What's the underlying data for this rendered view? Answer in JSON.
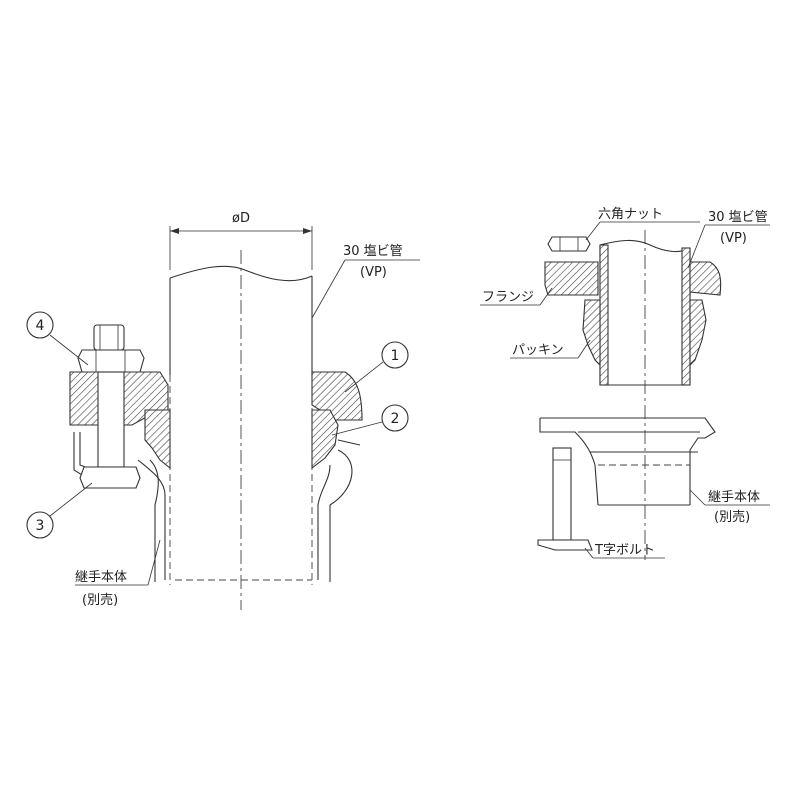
{
  "left_view": {
    "dimension_label": "øD",
    "pipe_label_line1": "30 塩ビ管",
    "pipe_label_line2": "(VP)",
    "joint_label_line1": "継手本体",
    "joint_label_line2": "(別売)",
    "callouts": [
      "1",
      "2",
      "3",
      "4"
    ]
  },
  "right_view": {
    "hex_nut_label": "六角ナット",
    "pipe_label_line1": "30 塩ビ管",
    "pipe_label_line2": "(VP)",
    "flange_label": "フランジ",
    "packing_label": "パッキン",
    "joint_label_line1": "継手本体",
    "joint_label_line2": "(別売)",
    "t_bolt_label": "T字ボルト"
  }
}
